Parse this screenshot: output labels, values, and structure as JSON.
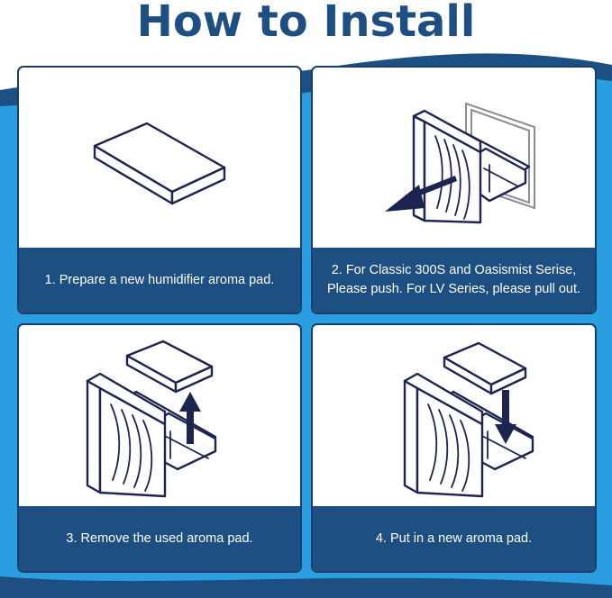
{
  "page": {
    "title": "How to Install",
    "colors": {
      "title": "#1d4f82",
      "caption_bg": "#1d4f82",
      "wave_dark": "#1d4f82",
      "wave_light": "#2a9ee0",
      "line_art": "#1c2450"
    }
  },
  "steps": [
    {
      "caption": "1. Prepare a new humidifier aroma pad.",
      "icon": "aroma-pad-icon"
    },
    {
      "caption": "2. For Classic 300S and Oasismist Serise, Please push. For LV Series, please pull out.",
      "icon": "drawer-pull-out-icon"
    },
    {
      "caption": "3. Remove the used aroma pad.",
      "icon": "remove-pad-icon"
    },
    {
      "caption": "4. Put in a new aroma pad.",
      "icon": "insert-pad-icon"
    }
  ]
}
